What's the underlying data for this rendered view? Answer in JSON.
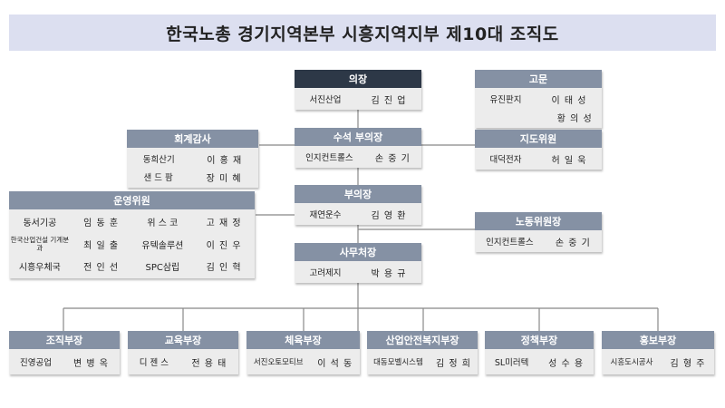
{
  "title": "한국노총 경기지역본부 시흥지역지부 제10대 조직도",
  "chair": {
    "label": "의장",
    "members": [
      {
        "org": "서진산업",
        "name": "김 진 업"
      }
    ]
  },
  "advisor": {
    "label": "고문",
    "members": [
      {
        "org": "유진판지",
        "name": "이 태 성"
      },
      {
        "org": "",
        "name": "황 의 성"
      }
    ]
  },
  "senior_vice": {
    "label": "수석 부의장",
    "members": [
      {
        "org": "인지컨트롤스",
        "name": "손 중 기"
      }
    ]
  },
  "auditor": {
    "label": "회계감사",
    "members": [
      {
        "org": "동희산기",
        "name": "이 홍 재"
      },
      {
        "org": "샌 드 팜",
        "name": "장 미 혜"
      }
    ]
  },
  "guidance": {
    "label": "지도위원",
    "members": [
      {
        "org": "대덕전자",
        "name": "허 일 욱"
      }
    ]
  },
  "vice": {
    "label": "부의장",
    "members": [
      {
        "org": "재연운수",
        "name": "김 영 환"
      }
    ]
  },
  "steering": {
    "label": "운영위원",
    "rows": [
      [
        "동서기공",
        "임 동 훈",
        "위 스 코",
        "고 재 정"
      ],
      [
        "한국산업건설 기계분과",
        "최 일 출",
        "유텍솔루션",
        "이 진 우"
      ],
      [
        "시흥우체국",
        "전 인 선",
        "SPC삼립",
        "김 인 혁"
      ]
    ]
  },
  "labor_committee": {
    "label": "노동위원장",
    "members": [
      {
        "org": "인지컨트롤스",
        "name": "손 중 기"
      }
    ]
  },
  "secretary": {
    "label": "사무처장",
    "members": [
      {
        "org": "고려제지",
        "name": "박 용 규"
      }
    ]
  },
  "departments": [
    {
      "label": "조직부장",
      "org": "진영공업",
      "name": "변 병 옥"
    },
    {
      "label": "교육부장",
      "org": "디 젠 스",
      "name": "전 용 태"
    },
    {
      "label": "체육부장",
      "org": "서진오토모티브",
      "name": "이 석 동"
    },
    {
      "label": "산업안전복지부장",
      "org": "대동모벨시스템",
      "name": "김 정 희"
    },
    {
      "label": "정책부장",
      "org": "SL미러텍",
      "name": "성 수 용"
    },
    {
      "label": "홍보부장",
      "org": "시흥도시공사",
      "name": "김 형 주"
    }
  ]
}
